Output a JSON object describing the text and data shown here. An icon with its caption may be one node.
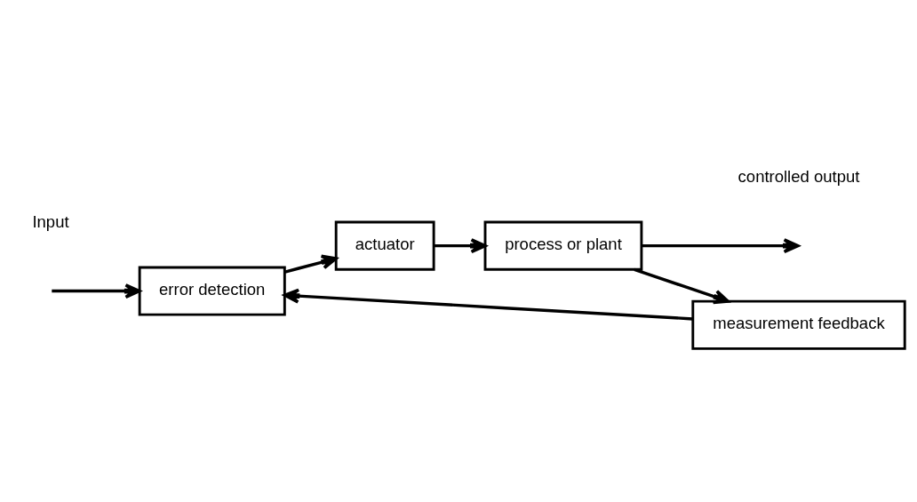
{
  "diagram": {
    "nodes": [
      {
        "text": [
          "error detection"
        ]
      },
      {
        "text": [
          "actuator"
        ]
      },
      {
        "text": [
          "process or plant"
        ]
      },
      {
        "text": [
          "measurement feedback"
        ]
      }
    ],
    "edges": [
      {
        "from": null,
        "to": 0,
        "arrow": "to"
      },
      {
        "from": 0,
        "to": 1,
        "arrow": "to"
      },
      {
        "from": 1,
        "to": 2,
        "arrow": "to"
      },
      {
        "from": 2,
        "to": null,
        "arrow": "to"
      },
      {
        "from": 2,
        "to": 3,
        "arrow": "to"
      },
      {
        "from": 3,
        "to": 0,
        "arrow": "to"
      }
    ],
    "labels": [
      "Input",
      "controlled output"
    ]
  }
}
